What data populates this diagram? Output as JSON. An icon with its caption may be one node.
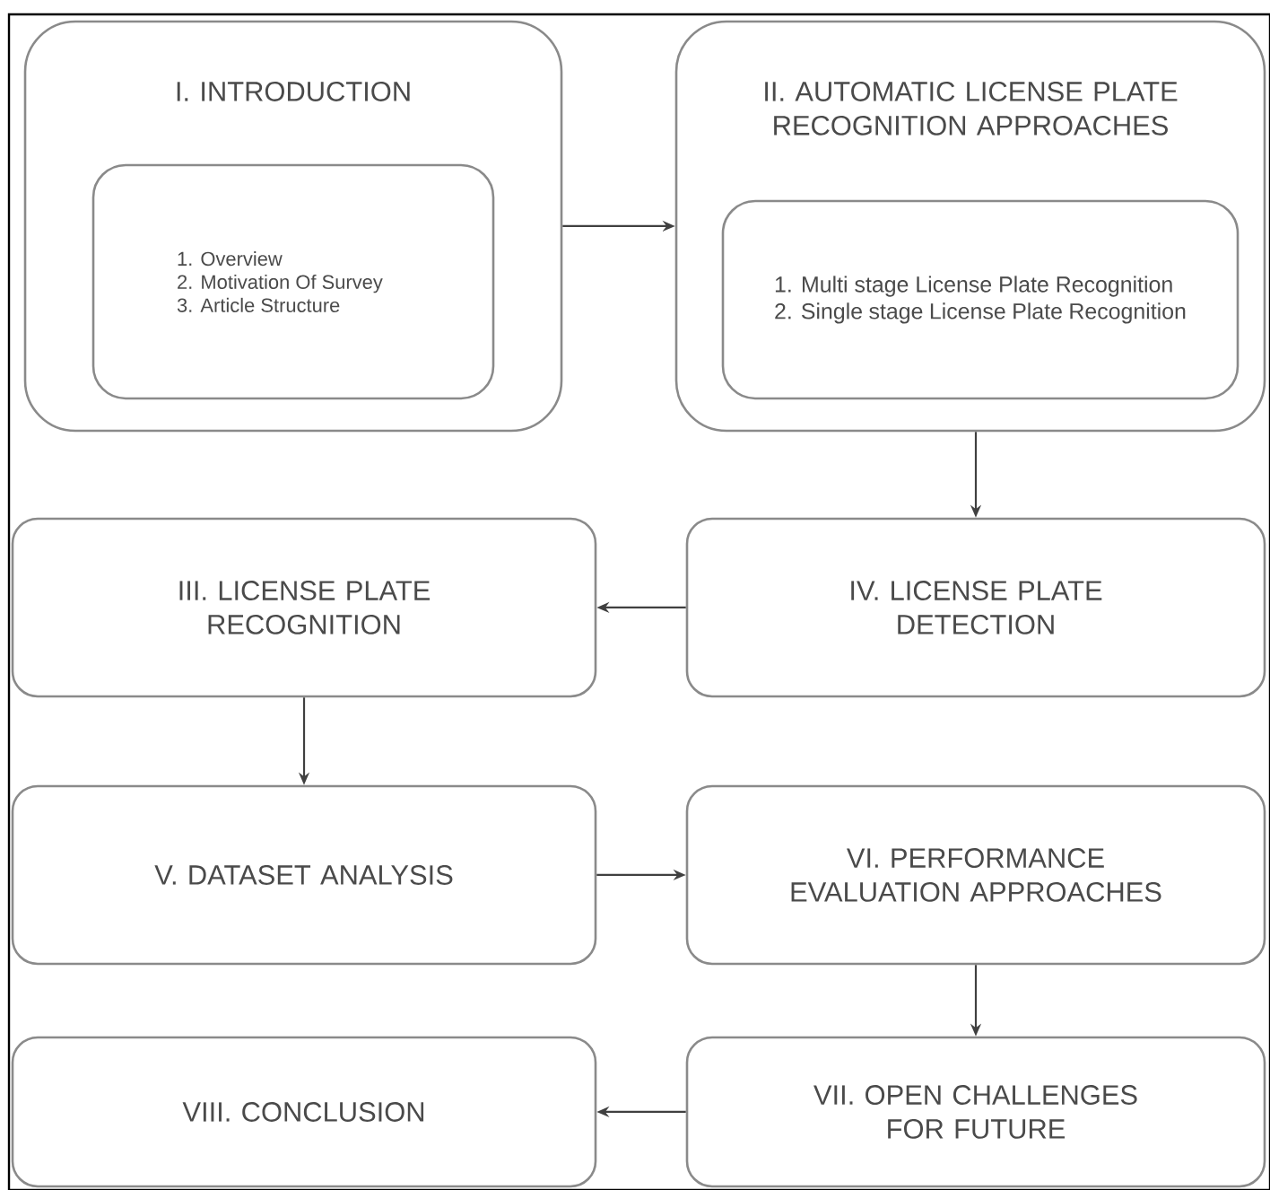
{
  "diagram": {
    "nodes": [
      {
        "text": [
          "I. INTRODUCTION"
        ]
      },
      {
        "text": [
          "1. Overview",
          "2. Motivation Of Survey",
          "3. Article Structure"
        ],
        "in": 0
      },
      {
        "text": [
          "II. AUTOMATIC LICENSE PLATE RECOGNITION APPROACHES"
        ]
      },
      {
        "text": [
          "1. Multi stage License Plate Recognition",
          "2. Single stage License Plate Recognition"
        ],
        "in": 2
      },
      {
        "text": [
          "III. LICENSE PLATE RECOGNITION"
        ]
      },
      {
        "text": [
          "IV. LICENSE PLATE DETECTION"
        ]
      },
      {
        "text": [
          "V. DATASET ANALYSIS"
        ]
      },
      {
        "text": [
          "VI. PERFORMANCE EVALUATION APPROACHES"
        ]
      },
      {
        "text": [
          "VII. OPEN CHALLENGES FOR FUTURE"
        ]
      },
      {
        "text": [
          "VIII. CONCLUSION"
        ]
      }
    ],
    "edges": [
      {
        "from": 0,
        "to": 2,
        "arrow": "to"
      },
      {
        "from": 2,
        "to": 5,
        "arrow": "to"
      },
      {
        "from": 5,
        "to": 4,
        "arrow": "to"
      },
      {
        "from": 4,
        "to": 6,
        "arrow": "to"
      },
      {
        "from": 6,
        "to": 7,
        "arrow": "to"
      },
      {
        "from": 7,
        "to": 8,
        "arrow": "to"
      },
      {
        "from": 8,
        "to": 9,
        "arrow": "to"
      }
    ]
  }
}
